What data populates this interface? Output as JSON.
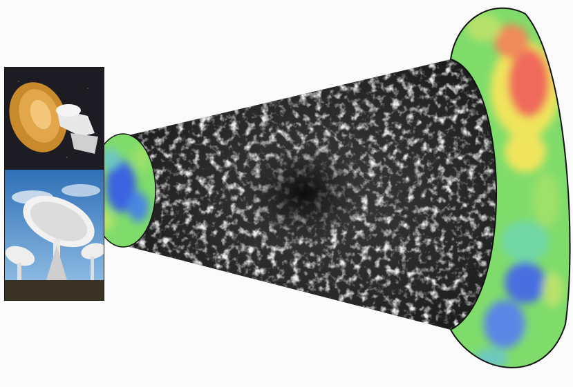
{
  "scene": {
    "description_free": true,
    "colors": {
      "background": "#fbfbfb",
      "cone_dark": "#151515",
      "cone_light": "#5a5a5a",
      "sky_map_green": "#7fdc6a",
      "sky_map_yellow": "#f0e55c",
      "sky_map_red": "#ef6a5a",
      "sky_map_blue": "#4a6ee0"
    },
    "icons": [
      "satellite-image",
      "radio-telescope-image",
      "small-sky-map",
      "large-sky-map",
      "cosmic-web-cone"
    ]
  }
}
